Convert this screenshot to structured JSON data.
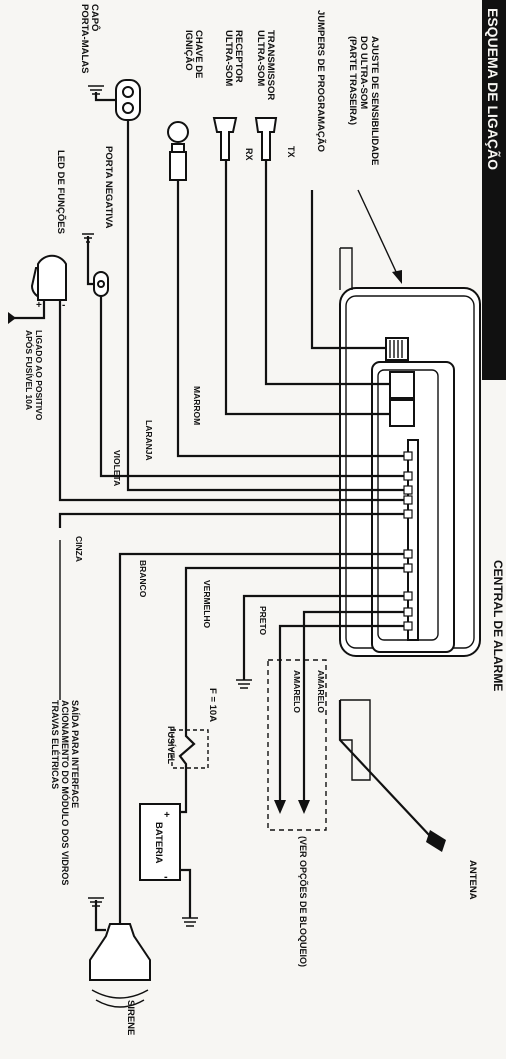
{
  "header": {
    "title": "ESQUEMA DE LIGAÇÃO"
  },
  "central": {
    "title": "CENTRAL DE ALARME"
  },
  "components": {
    "ajuste": [
      "AJUSTE DE SENSIBILIDADE",
      "DO ULTRA-SOM",
      "(PARTE TRASEIRA)"
    ],
    "jumpers": "JUMPERS DE PROGRAMAÇÃO",
    "transmissor": [
      "TRANSMISSOR",
      "ULTRA-SOM"
    ],
    "tx": "TX",
    "receptor": [
      "RECEPTOR",
      "ULTRA-SOM"
    ],
    "rx": "RX",
    "chave": [
      "CHAVE DE",
      "IGNIÇÃO"
    ],
    "capo": [
      "CAPÔ",
      "PORTA-MALAS"
    ],
    "porta_negativa": "PORTA NEGATIVA",
    "led": "LED DE FUNÇÕES",
    "led_note": [
      "LIGADO AO POSITIVO",
      "APÓS FUSÍVEL 10A"
    ],
    "antena": "ANTENA",
    "bloqueio": "(VER OPÇÕES DE BLOQUEIO)",
    "fusivel_rating": "F = 10A",
    "fusivel": "FUSÍVEL",
    "bateria": "BATERIA",
    "sirene": "SIRENE",
    "saida": [
      "SAÍDA PARA INTERFACE",
      "ACIONAMENTO DO MÓDULO DOS VIDROS",
      "TRAVAS ELÉTRICAS"
    ],
    "plus": "+",
    "minus": "-"
  },
  "wires": {
    "marrom": "MARROM",
    "laranja": "LARANJA",
    "violeta": "VIOLETA",
    "cinza": "CINZA",
    "branco": "BRANCO",
    "vermelho": "VERMELHO",
    "preto": "PRETO",
    "amarelo_1": "AMARELO",
    "amarelo_2": "AMARELO"
  }
}
